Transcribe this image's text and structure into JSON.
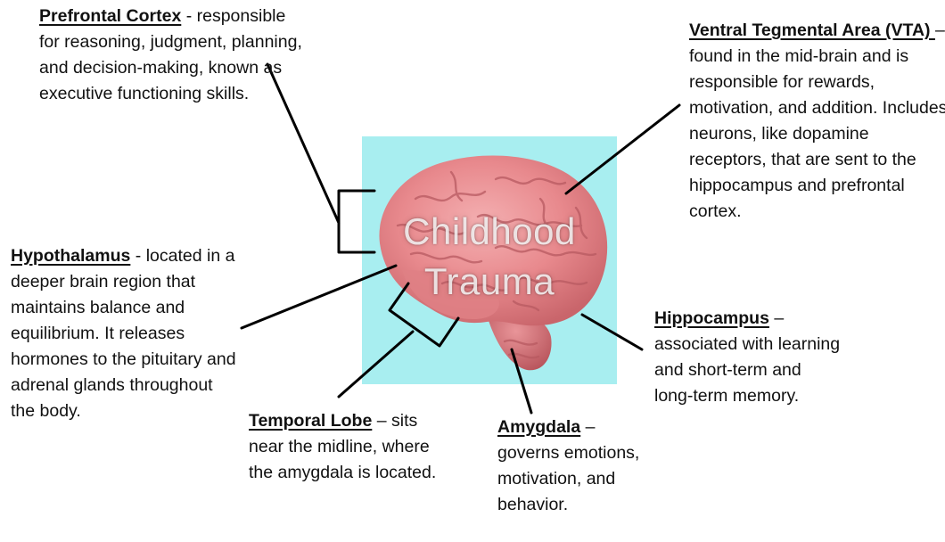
{
  "image_overlay": {
    "line1": "Childhood",
    "line2": "Trauma",
    "background_color": "#a8eef0",
    "brain_color": "#e8898d"
  },
  "labels": {
    "prefrontal": {
      "term": "Prefrontal Cortex",
      "text": " - responsible for reasoning, judgment, planning, and decision-making, known as executive functioning skills."
    },
    "vta": {
      "term": "Ventral Tegmental Area (VTA) ",
      "text": "– found in the mid-brain and is responsible for rewards, motivation, and addition. Includes neurons, like dopamine receptors, that are sent to the hippocampus and prefrontal cortex."
    },
    "hypothalamus": {
      "term": "Hypothalamus",
      "text": " - located in a deeper brain region that maintains balance and equilibrium. It releases hormones to the pituitary and adrenal glands throughout the body."
    },
    "temporal": {
      "term": "Temporal Lobe",
      "text": " – sits near the midline, where the amygdala is located."
    },
    "amygdala": {
      "term": "Amygdala",
      "text": " – governs emotions, motivation, and behavior."
    },
    "hippocampus": {
      "term": "Hippocampus",
      "text": " – associated with learning and short-term and long-term memory."
    }
  }
}
